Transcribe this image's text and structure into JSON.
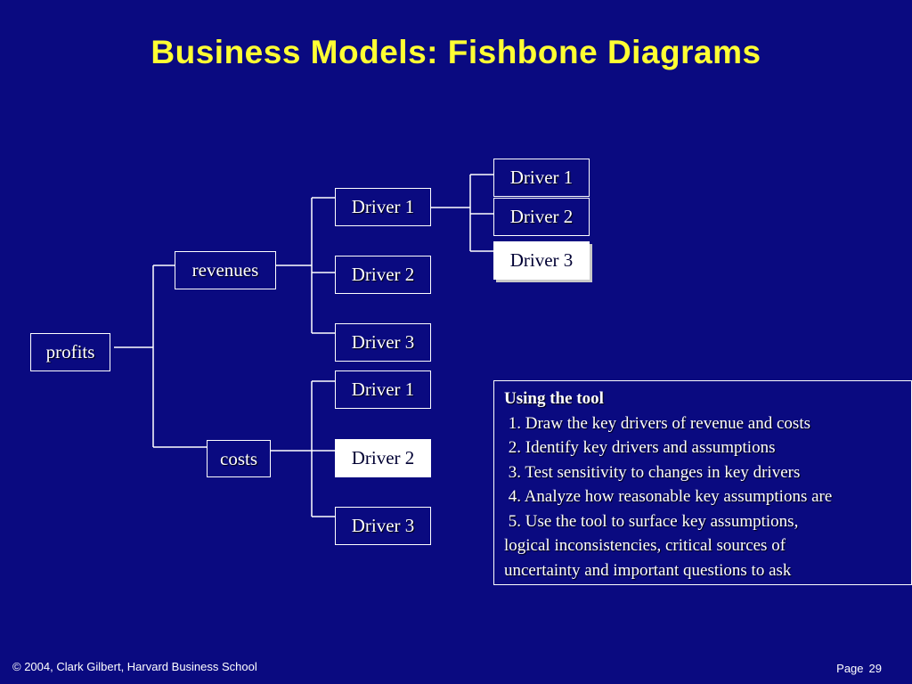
{
  "slide": {
    "title": "Business Models: Fishbone Diagrams",
    "footer": "© 2004, Clark Gilbert, Harvard Business School",
    "page_label": "Page",
    "page_number": "29"
  },
  "diagram": {
    "root": "profits",
    "revenues": {
      "label": "revenues",
      "drivers": [
        "Driver 1",
        "Driver 2",
        "Driver 3"
      ],
      "sub_drivers": [
        "Driver 1",
        "Driver 2",
        "Driver 3"
      ]
    },
    "costs": {
      "label": "costs",
      "drivers": [
        "Driver 1",
        "Driver 2",
        "Driver 3"
      ]
    }
  },
  "notes": {
    "heading": "Using the tool",
    "steps": [
      " 1. Draw the key drivers of revenue and costs",
      " 2. Identify key drivers and assumptions",
      " 3. Test sensitivity to changes in key drivers",
      " 4. Analyze how reasonable key assumptions are",
      " 5. Use the tool to surface key assumptions,"
    ],
    "continuation": [
      "logical inconsistencies, critical sources of",
      "uncertainty and important questions to ask"
    ]
  },
  "colors": {
    "background": "#0a0a80",
    "title": "#ffff33",
    "text": "#ffffff",
    "highlight_box": "#ffffff"
  }
}
